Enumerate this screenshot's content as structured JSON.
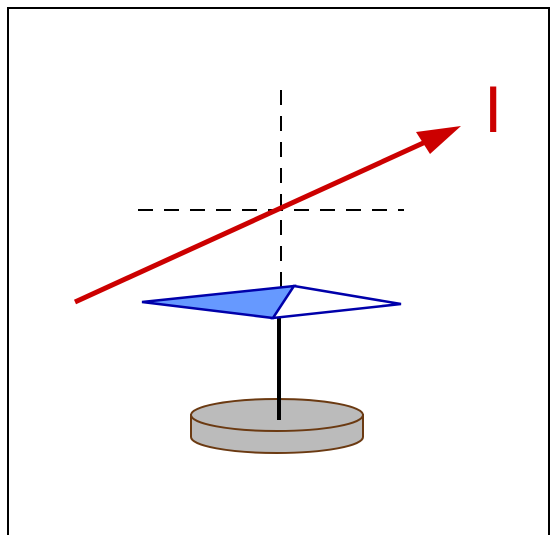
{
  "labels": {
    "current": "I"
  },
  "colors": {
    "current_arrow": "#cc0000",
    "frame": "#000000",
    "guide_lines": "#000000",
    "needle_filled": "#6699ff",
    "needle_outline": "#0000aa",
    "needle_hollow": "#ffffff",
    "pivot_rod": "#000000",
    "base_fill": "#bbbbbb",
    "base_outline": "#6b3a12"
  },
  "icons": {
    "compass_needle": "compass-needle",
    "current_arrow": "arrow-right-up"
  }
}
